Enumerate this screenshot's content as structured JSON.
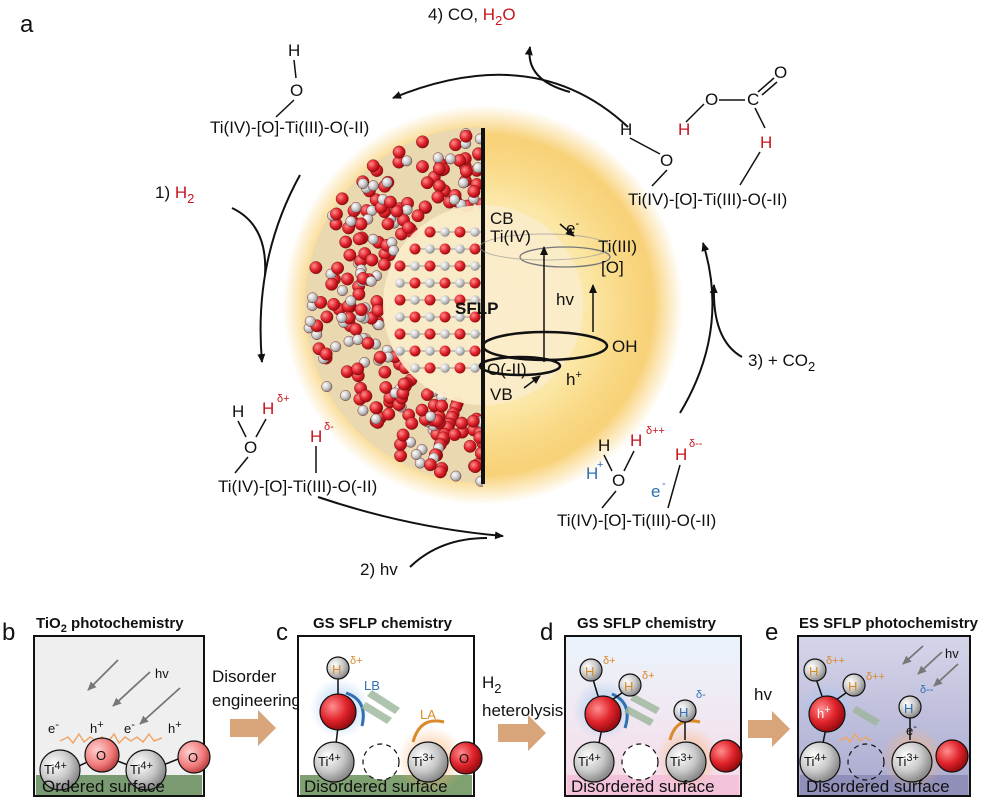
{
  "panel_a": {
    "label": "a",
    "center_label": "SFLP",
    "band_labels": {
      "cb": "CB",
      "vb": "VB",
      "ti4": "Ti(IV)",
      "ti3": "Ti(III)",
      "o_bracket": "[O]",
      "o2": "O(-II)",
      "oh": "OH",
      "hv": "hv",
      "e": "e",
      "e_sup": "-",
      "h": "h",
      "h_sup": "+"
    },
    "steps": {
      "s1_prefix": "1) ",
      "s1_h2": "H",
      "s1_sub": "2",
      "s2": "2) hv",
      "s3_prefix": "3) + CO",
      "s3_sub": "2",
      "s4_prefix": "4) CO, ",
      "s4_h": "H",
      "s4_sub": "2",
      "s4_o": "O"
    },
    "formula": "Ti(IV)-[O]-Ti(III)-O(-II)",
    "atoms": {
      "H": "H",
      "O": "O",
      "C": "C"
    },
    "charges": {
      "d_plus": "δ+",
      "d_minus": "δ-",
      "d_pp": "δ++",
      "d_mm": "δ--",
      "h_plus_sup": "+",
      "e_minus_sup": "-"
    }
  },
  "panel_b": {
    "label": "b",
    "title_prefix": "TiO",
    "title_sub": "2",
    "title_suffix": " photochemistry",
    "hv": "hv",
    "e": "e",
    "e_sup": "-",
    "h": "h",
    "h_sup": "+",
    "ti4": "Ti",
    "ti4_sup": "4+",
    "o": "O",
    "surface": "Ordered surface"
  },
  "arrow_bc": {
    "line1": "Disorder",
    "line2": "engineering"
  },
  "panel_c": {
    "label": "c",
    "title": "GS SFLP chemistry",
    "h": "H",
    "d_plus": "δ+",
    "lb": "LB",
    "la": "LA",
    "ti4": "Ti",
    "ti4_sup": "4+",
    "ti3": "Ti",
    "ti3_sup": "3+",
    "o": "O",
    "surface": "Disordered surface"
  },
  "arrow_cd": {
    "line1_main": "H",
    "line1_sub": "2",
    "line2": "heterolysis"
  },
  "panel_d": {
    "label": "d",
    "title": "GS SFLP chemistry",
    "h": "H",
    "d_plus": "δ+",
    "d_minus": "δ-",
    "ti4": "Ti",
    "ti4_sup": "4+",
    "ti3": "Ti",
    "ti3_sup": "3+",
    "surface": "Disordered surface"
  },
  "arrow_de": {
    "label": "hv"
  },
  "panel_e": {
    "label": "e",
    "title": "ES SFLP photochemistry",
    "h": "H",
    "d_pp": "δ++",
    "d_mm": "δ--",
    "hv": "hv",
    "h_plus": "h",
    "h_plus_sup": "+",
    "e": "e",
    "e_sup": "-",
    "ti4": "Ti",
    "ti4_sup": "4+",
    "ti3": "Ti",
    "ti3_sup": "3+",
    "surface": "Disordered surface"
  },
  "colors": {
    "red": "#c8141e",
    "blue": "#2f6fb3",
    "orange": "#d98a2b",
    "glow": "#f6c24a",
    "arrow": "#d8a47a"
  }
}
